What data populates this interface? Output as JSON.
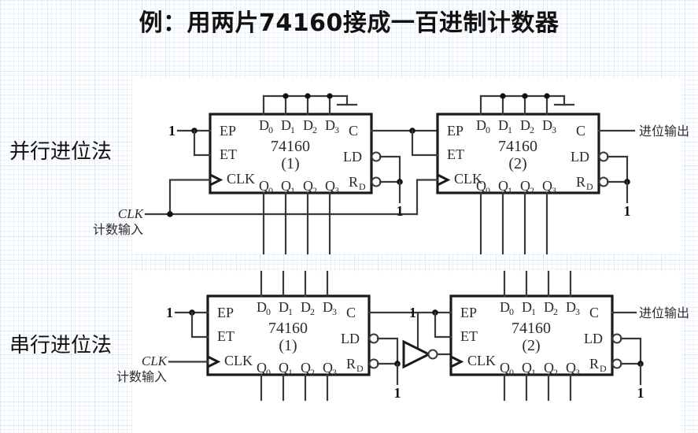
{
  "title": "例：用两片74160接成一百进制计数器",
  "rows": [
    {
      "caption": "并行进位法",
      "method_id": "parallel",
      "chips": [
        {
          "part": "74160",
          "index": "(1)",
          "left_pins": [
            "EP",
            "ET",
            "CLK"
          ],
          "top_pins": [
            {
              "base": "D",
              "sub": "0"
            },
            {
              "base": "D",
              "sub": "1"
            },
            {
              "base": "D",
              "sub": "2"
            },
            {
              "base": "D",
              "sub": "3"
            }
          ],
          "bottom_pins": [
            {
              "base": "Q",
              "sub": "0"
            },
            {
              "base": "Q",
              "sub": "1"
            },
            {
              "base": "Q",
              "sub": "2"
            },
            {
              "base": "Q",
              "sub": "3"
            }
          ],
          "right_pins": [
            {
              "base": "C",
              "sub": ""
            },
            {
              "base": "LD",
              "sub": ""
            },
            {
              "base": "R",
              "sub": "D"
            }
          ]
        },
        {
          "part": "74160",
          "index": "(2)",
          "left_pins": [
            "EP",
            "ET",
            "CLK"
          ],
          "top_pins": [
            {
              "base": "D",
              "sub": "0"
            },
            {
              "base": "D",
              "sub": "1"
            },
            {
              "base": "D",
              "sub": "2"
            },
            {
              "base": "D",
              "sub": "3"
            }
          ],
          "bottom_pins": [
            {
              "base": "Q",
              "sub": "0"
            },
            {
              "base": "Q",
              "sub": "1"
            },
            {
              "base": "Q",
              "sub": "2"
            },
            {
              "base": "Q",
              "sub": "3"
            }
          ],
          "right_pins": [
            {
              "base": "C",
              "sub": ""
            },
            {
              "base": "LD",
              "sub": ""
            },
            {
              "base": "R",
              "sub": "D"
            }
          ]
        }
      ],
      "labels": {
        "logic_one": "1",
        "clk_italic": "CLK",
        "clk_cn": "计数输入",
        "carry_out": "进位输出"
      }
    },
    {
      "caption": "串行进位法",
      "method_id": "serial",
      "chips": [
        {
          "part": "74160",
          "index": "(1)",
          "left_pins": [
            "EP",
            "ET",
            "CLK"
          ],
          "top_pins": [
            {
              "base": "D",
              "sub": "0"
            },
            {
              "base": "D",
              "sub": "1"
            },
            {
              "base": "D",
              "sub": "2"
            },
            {
              "base": "D",
              "sub": "3"
            }
          ],
          "bottom_pins": [
            {
              "base": "Q",
              "sub": "0"
            },
            {
              "base": "Q",
              "sub": "1"
            },
            {
              "base": "Q",
              "sub": "2"
            },
            {
              "base": "Q",
              "sub": "3"
            }
          ],
          "right_pins": [
            {
              "base": "C",
              "sub": ""
            },
            {
              "base": "LD",
              "sub": ""
            },
            {
              "base": "R",
              "sub": "D"
            }
          ]
        },
        {
          "part": "74160",
          "index": "(2)",
          "left_pins": [
            "EP",
            "ET",
            "CLK"
          ],
          "top_pins": [
            {
              "base": "D",
              "sub": "0"
            },
            {
              "base": "D",
              "sub": "1"
            },
            {
              "base": "D",
              "sub": "2"
            },
            {
              "base": "D",
              "sub": "3"
            }
          ],
          "bottom_pins": [
            {
              "base": "Q",
              "sub": "0"
            },
            {
              "base": "Q",
              "sub": "1"
            },
            {
              "base": "Q",
              "sub": "2"
            },
            {
              "base": "Q",
              "sub": "3"
            }
          ],
          "right_pins": [
            {
              "base": "C",
              "sub": ""
            },
            {
              "base": "LD",
              "sub": ""
            },
            {
              "base": "R",
              "sub": "D"
            }
          ]
        }
      ],
      "labels": {
        "logic_one": "1",
        "clk_italic": "CLK",
        "clk_cn": "计数输入",
        "carry_out": "进位输出",
        "inverter": "inverter"
      }
    }
  ],
  "colors": {
    "wire": "#3a3a3a",
    "box": "#1a1a1a",
    "grid": "#96bee b",
    "text": "#2b2b2b",
    "panel": "#ffffff"
  }
}
